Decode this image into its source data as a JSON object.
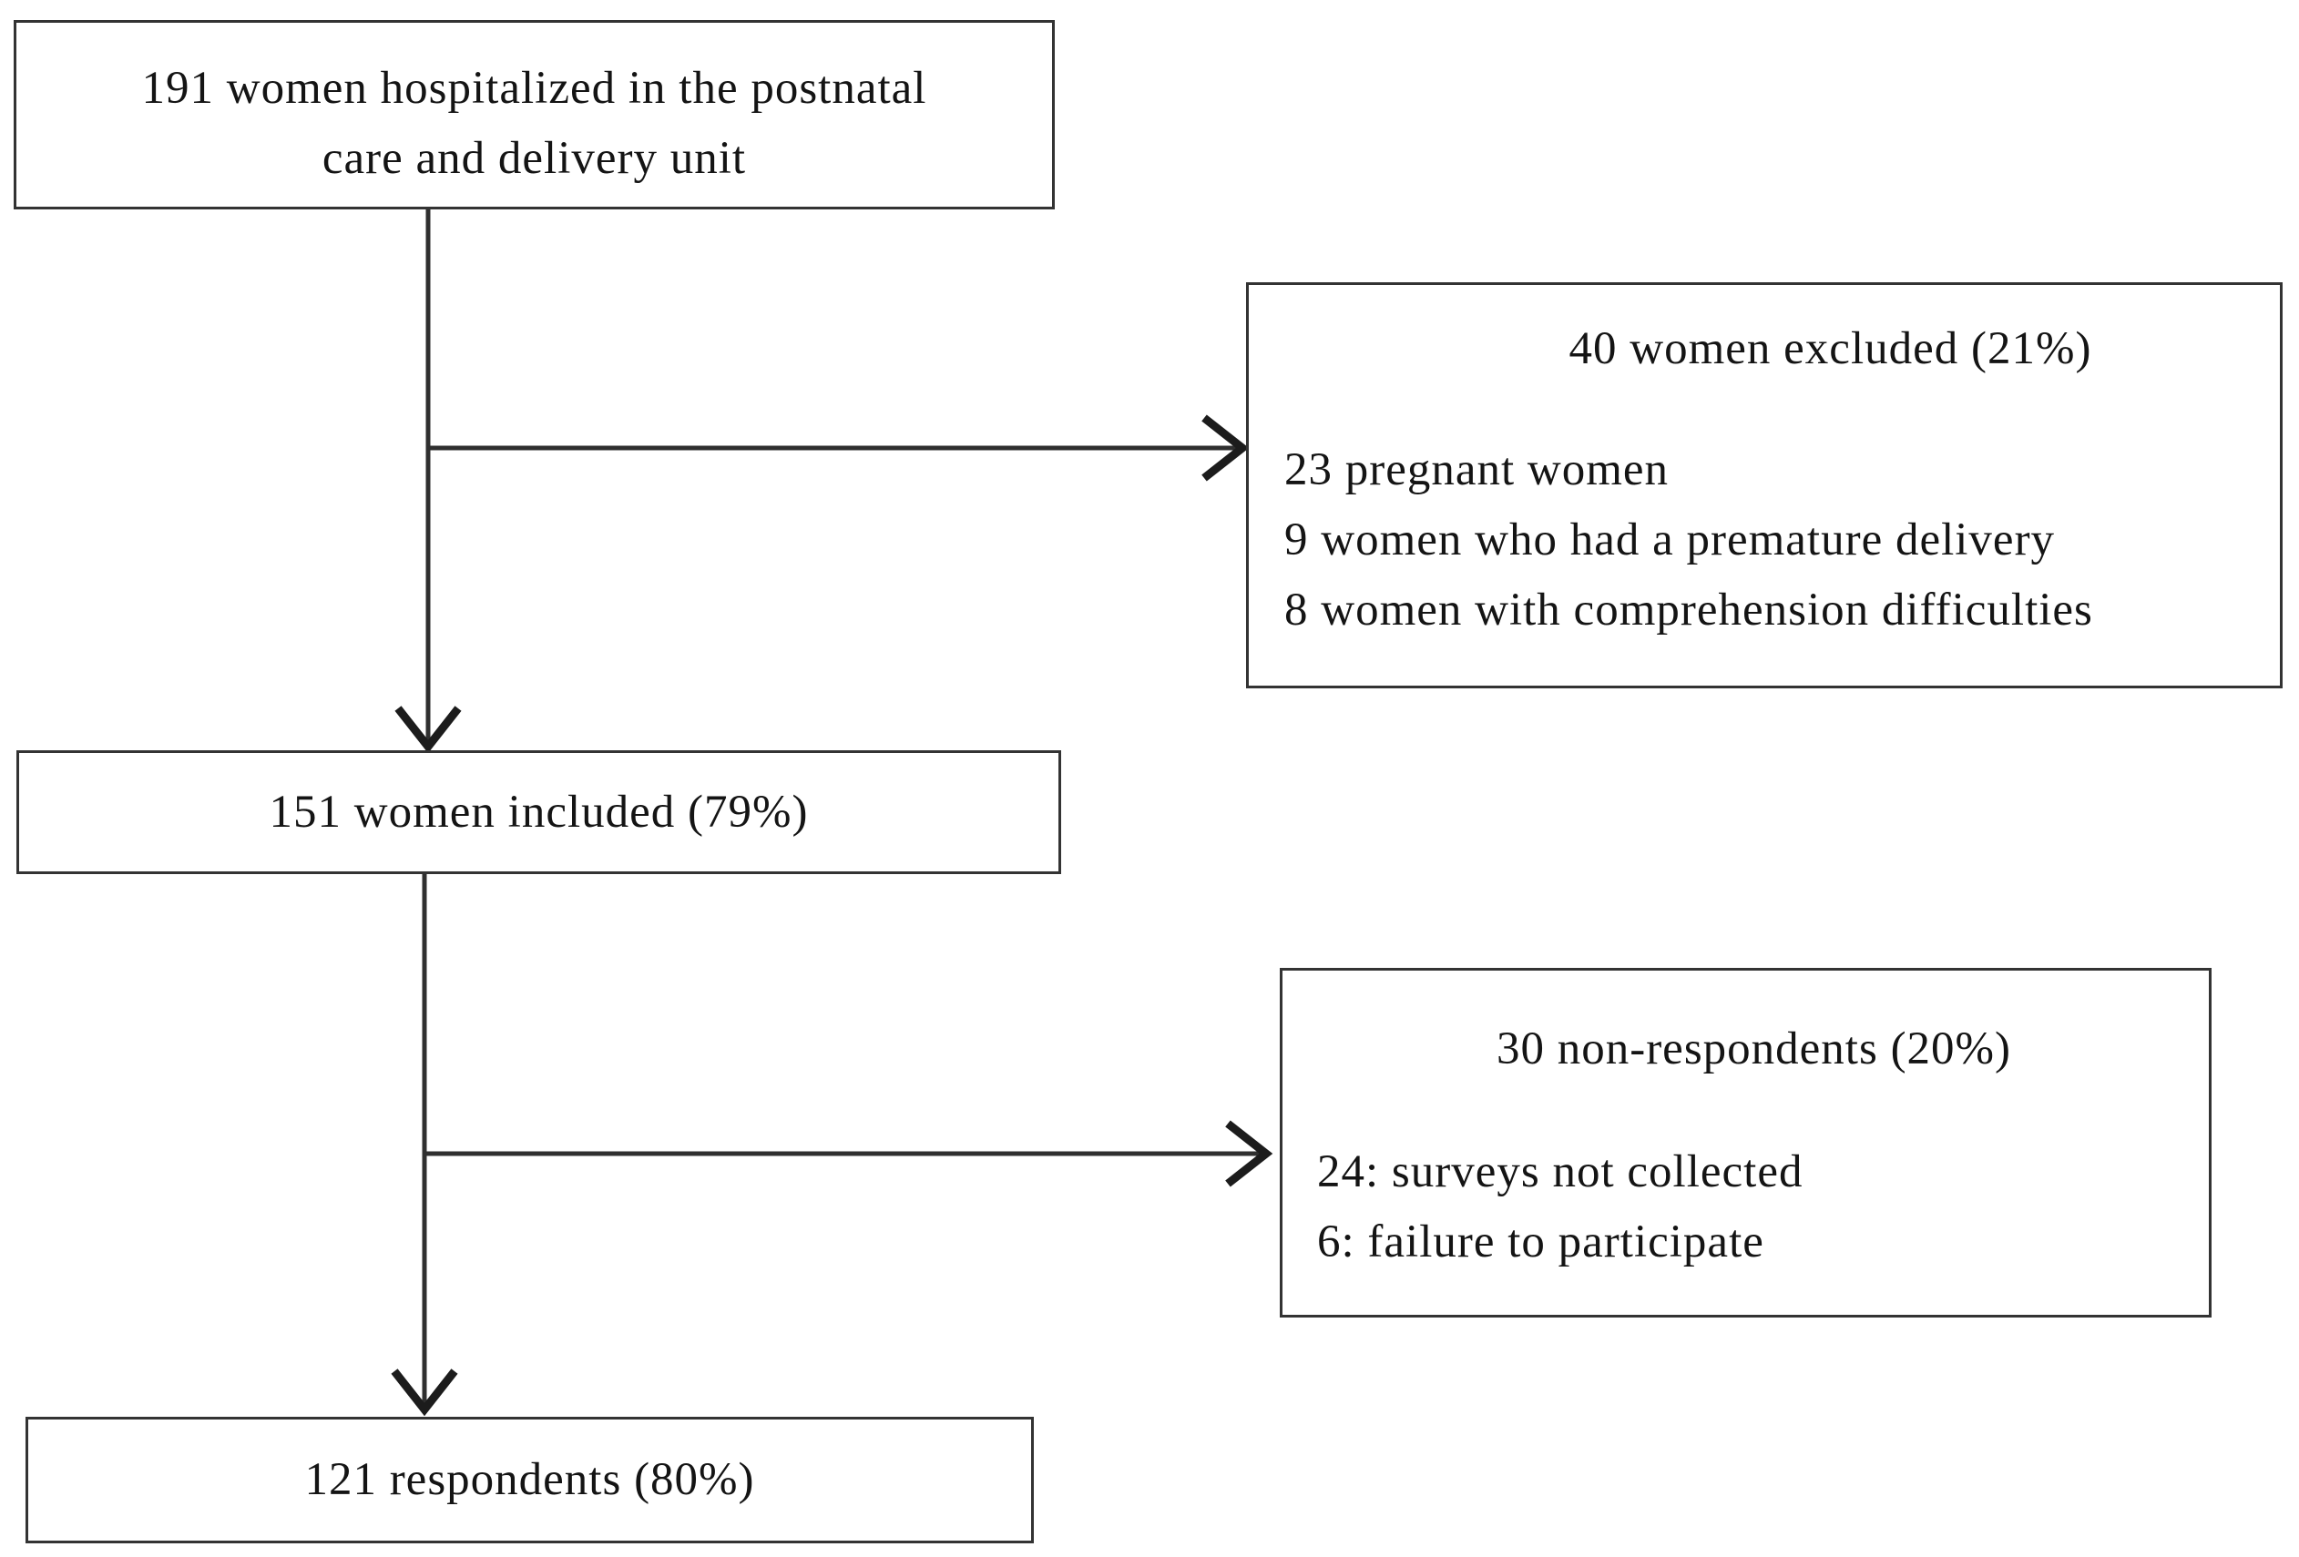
{
  "flowchart": {
    "top_box": {
      "line1": "191 women hospitalized in the postnatal",
      "line2": "care and delivery unit"
    },
    "excluded_box": {
      "title": "40 women excluded (21%)",
      "items": [
        "23 pregnant women",
        "9 women who had a premature delivery",
        "8 women with comprehension difficulties"
      ]
    },
    "included_box": {
      "label": "151 women included (79%)"
    },
    "nonrespondents_box": {
      "title": "30 non-respondents (20%)",
      "items": [
        "24: surveys not collected",
        "6: failure to participate"
      ]
    },
    "respondents_box": {
      "label": "121 respondents (80%)"
    },
    "colors": {
      "background": "#ffffff",
      "border": "#333333",
      "text": "#141414",
      "arrow_line": "#2f2f2f",
      "arrow_head": "#1c1c1c"
    }
  }
}
